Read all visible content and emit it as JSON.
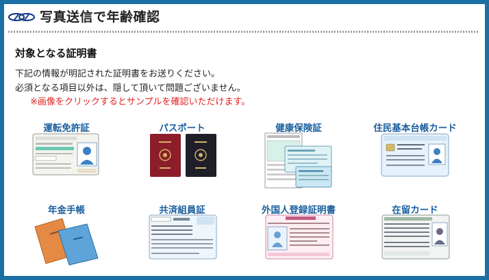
{
  "header": {
    "title": "写真送信で年齢確認",
    "logo_icon": "double-oval-logo-icon"
  },
  "section": {
    "title": "対象となる証明書",
    "line1": "下記の情報が明記された証明書をお送りください。",
    "line2": "必須となる項目以外は、隠して頂いて問題ございません。",
    "note": "※画像をクリックするとサンプルを確認いただけます。"
  },
  "documents": [
    {
      "label": "運転免許証",
      "icon": "drivers-license-card-icon"
    },
    {
      "label": "パスポート",
      "icon": "passport-booklets-icon"
    },
    {
      "label": "健康保険証",
      "icon": "health-insurance-card-icon"
    },
    {
      "label": "住民基本台帳カード",
      "icon": "resident-registry-card-icon"
    },
    {
      "label": "年金手帳",
      "icon": "pension-handbook-icon"
    },
    {
      "label": "共済組員証",
      "icon": "mutual-aid-card-icon"
    },
    {
      "label": "外国人登録証明書",
      "icon": "alien-registration-card-icon"
    },
    {
      "label": "在留カード",
      "icon": "residence-card-icon"
    }
  ],
  "colors": {
    "frame": "#1b6fa3",
    "label_blue": "#1a5f9e",
    "note_red": "#e02020"
  }
}
